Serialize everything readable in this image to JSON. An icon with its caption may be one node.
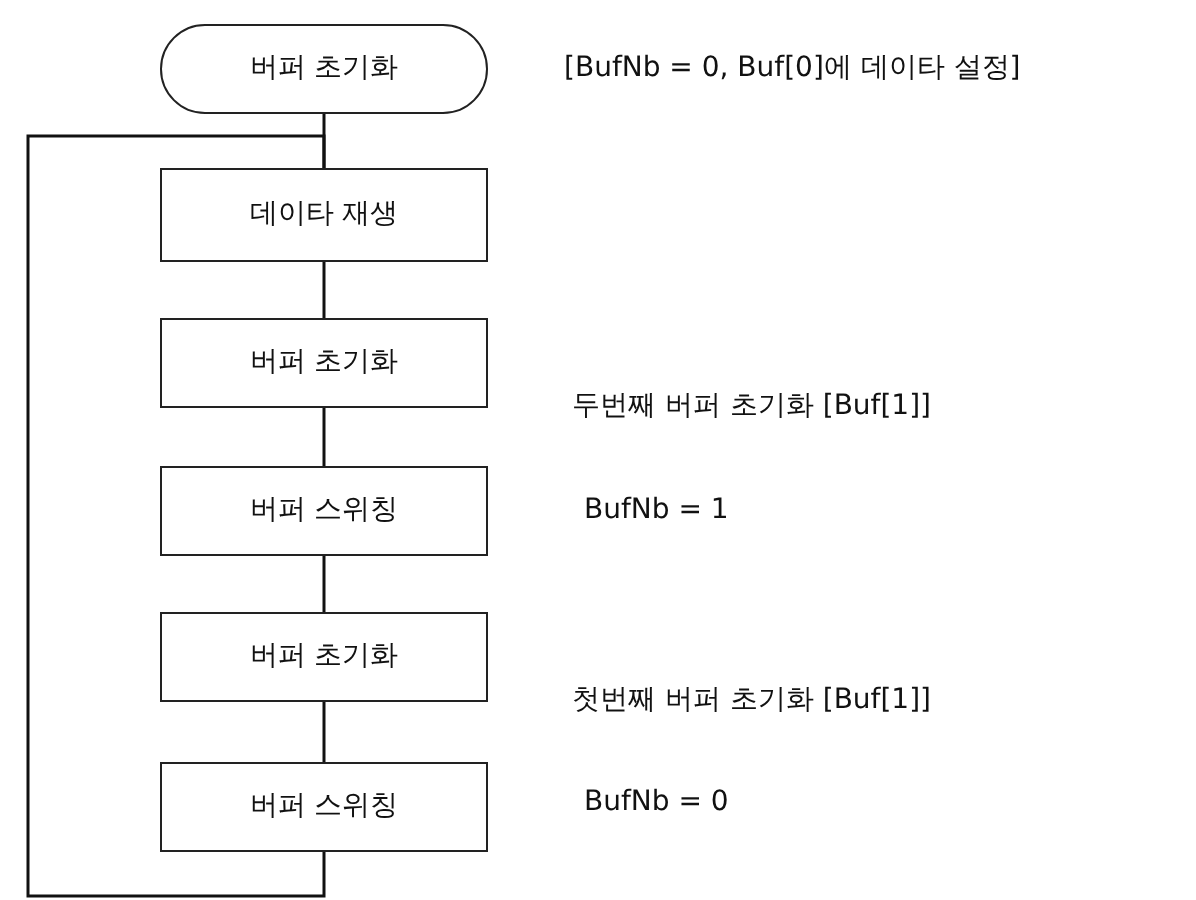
{
  "diagram": {
    "nodes": [
      {
        "text": [
          "버퍼 초기화"
        ],
        "beside": [
          "[BufNb = 0, Buf[0]에 데이타 설정]"
        ]
      },
      {
        "text": [
          "데이타 재생"
        ]
      },
      {
        "text": [
          "버퍼 초기화"
        ],
        "beside": [
          "두번째 버퍼 초기화 [Buf[1]]"
        ]
      },
      {
        "text": [
          "버퍼 스위칭"
        ],
        "beside": [
          "BufNb = 1"
        ]
      },
      {
        "text": [
          "버퍼 초기화"
        ],
        "beside": [
          "첫번째 버퍼 초기화 [Buf[1]]"
        ]
      },
      {
        "text": [
          "버퍼 스위칭"
        ],
        "beside": [
          "BufNb = 0"
        ]
      }
    ],
    "edges": [
      {
        "from": 0,
        "to": 1,
        "arrow": "none"
      },
      {
        "from": 1,
        "to": 2,
        "arrow": "none"
      },
      {
        "from": 2,
        "to": 3,
        "arrow": "none"
      },
      {
        "from": 3,
        "to": 4,
        "arrow": "none"
      },
      {
        "from": 4,
        "to": 5,
        "arrow": "none"
      },
      {
        "from": 5,
        "to": 1,
        "arrow": "none"
      }
    ]
  }
}
